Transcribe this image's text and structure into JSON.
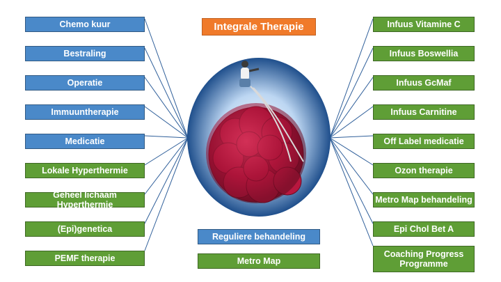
{
  "title": "Integrale Therapie",
  "center_image": "cancer-cell-illustration",
  "left_items": [
    {
      "label": "Chemo kuur",
      "kind": "regular"
    },
    {
      "label": "Bestraling",
      "kind": "regular"
    },
    {
      "label": "Operatie",
      "kind": "regular"
    },
    {
      "label": "Immuuntherapie",
      "kind": "regular"
    },
    {
      "label": "Medicatie",
      "kind": "regular"
    },
    {
      "label": "Lokale Hyperthermie",
      "kind": "metro"
    },
    {
      "label": "Geheel lichaam Hyperthermie",
      "kind": "metro"
    },
    {
      "label": "(Epi)genetica",
      "kind": "metro"
    },
    {
      "label": "PEMF therapie",
      "kind": "metro"
    }
  ],
  "right_items": [
    {
      "label": "Infuus Vitamine C"
    },
    {
      "label": "Infuus Boswellia"
    },
    {
      "label": "Infuus GcMaf"
    },
    {
      "label": "Infuus Carnitine"
    },
    {
      "label": "Off Label medicatie"
    },
    {
      "label": "Ozon therapie"
    },
    {
      "label": "Metro Map behandeling"
    },
    {
      "label": "Epi Chol Bet A"
    },
    {
      "label": "Coaching Progress\nProgramme"
    }
  ],
  "legend": {
    "regular": "Reguliere behandeling",
    "metro": "Metro Map"
  },
  "colors": {
    "regular": "#4a89c9",
    "metro": "#5f9e36",
    "title": "#f07a2a",
    "line": "#2f5f9a"
  }
}
